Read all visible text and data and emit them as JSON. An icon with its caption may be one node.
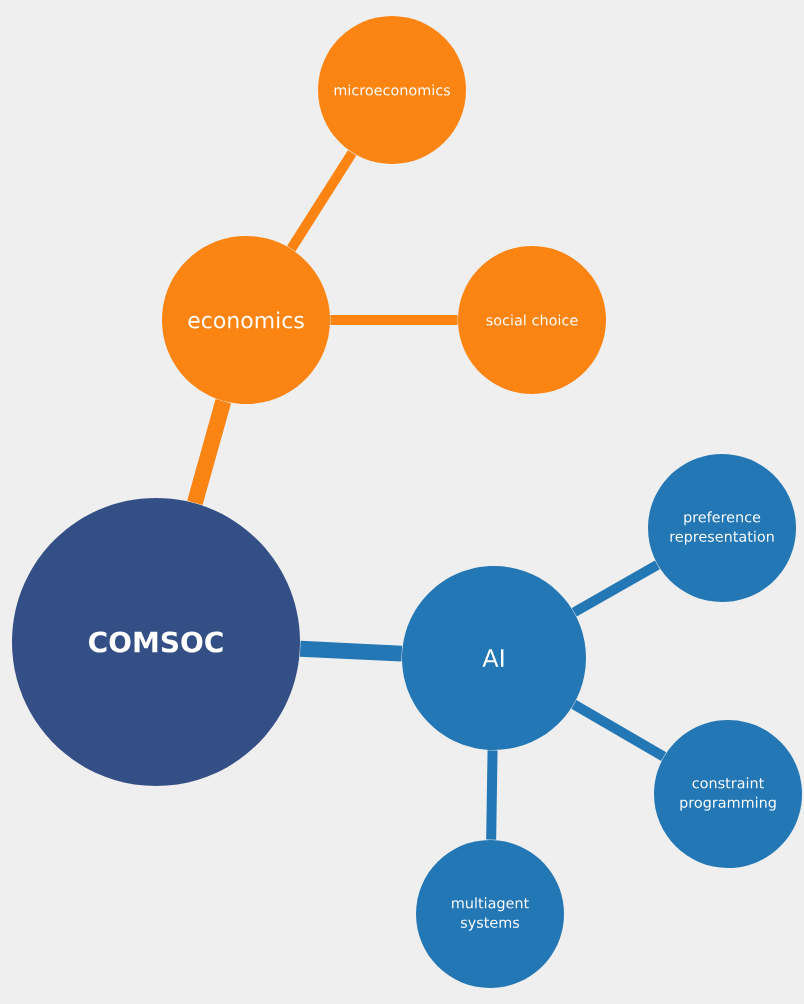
{
  "diagram": {
    "nodes": [
      {
        "text": [
          "COMSOC"
        ]
      },
      {
        "text": [
          "economics"
        ]
      },
      {
        "text": [
          "microeconomics"
        ]
      },
      {
        "text": [
          "social choice"
        ]
      },
      {
        "text": [
          "AI"
        ]
      },
      {
        "text": [
          "preference representation"
        ]
      },
      {
        "text": [
          "constraint programming"
        ]
      },
      {
        "text": [
          "multiagent systems"
        ]
      }
    ],
    "edges": [
      {
        "from": 0,
        "to": 1,
        "arrow": "none",
        "color": "#fc8413"
      },
      {
        "from": 1,
        "to": 2,
        "arrow": "none",
        "color": "#fc8413"
      },
      {
        "from": 1,
        "to": 3,
        "arrow": "none",
        "color": "#fc8413"
      },
      {
        "from": 0,
        "to": 4,
        "arrow": "none"
      },
      {
        "from": 4,
        "to": 5,
        "arrow": "none"
      },
      {
        "from": 4,
        "to": 6,
        "arrow": "none"
      },
      {
        "from": 4,
        "to": 7,
        "arrow": "none"
      }
    ]
  }
}
